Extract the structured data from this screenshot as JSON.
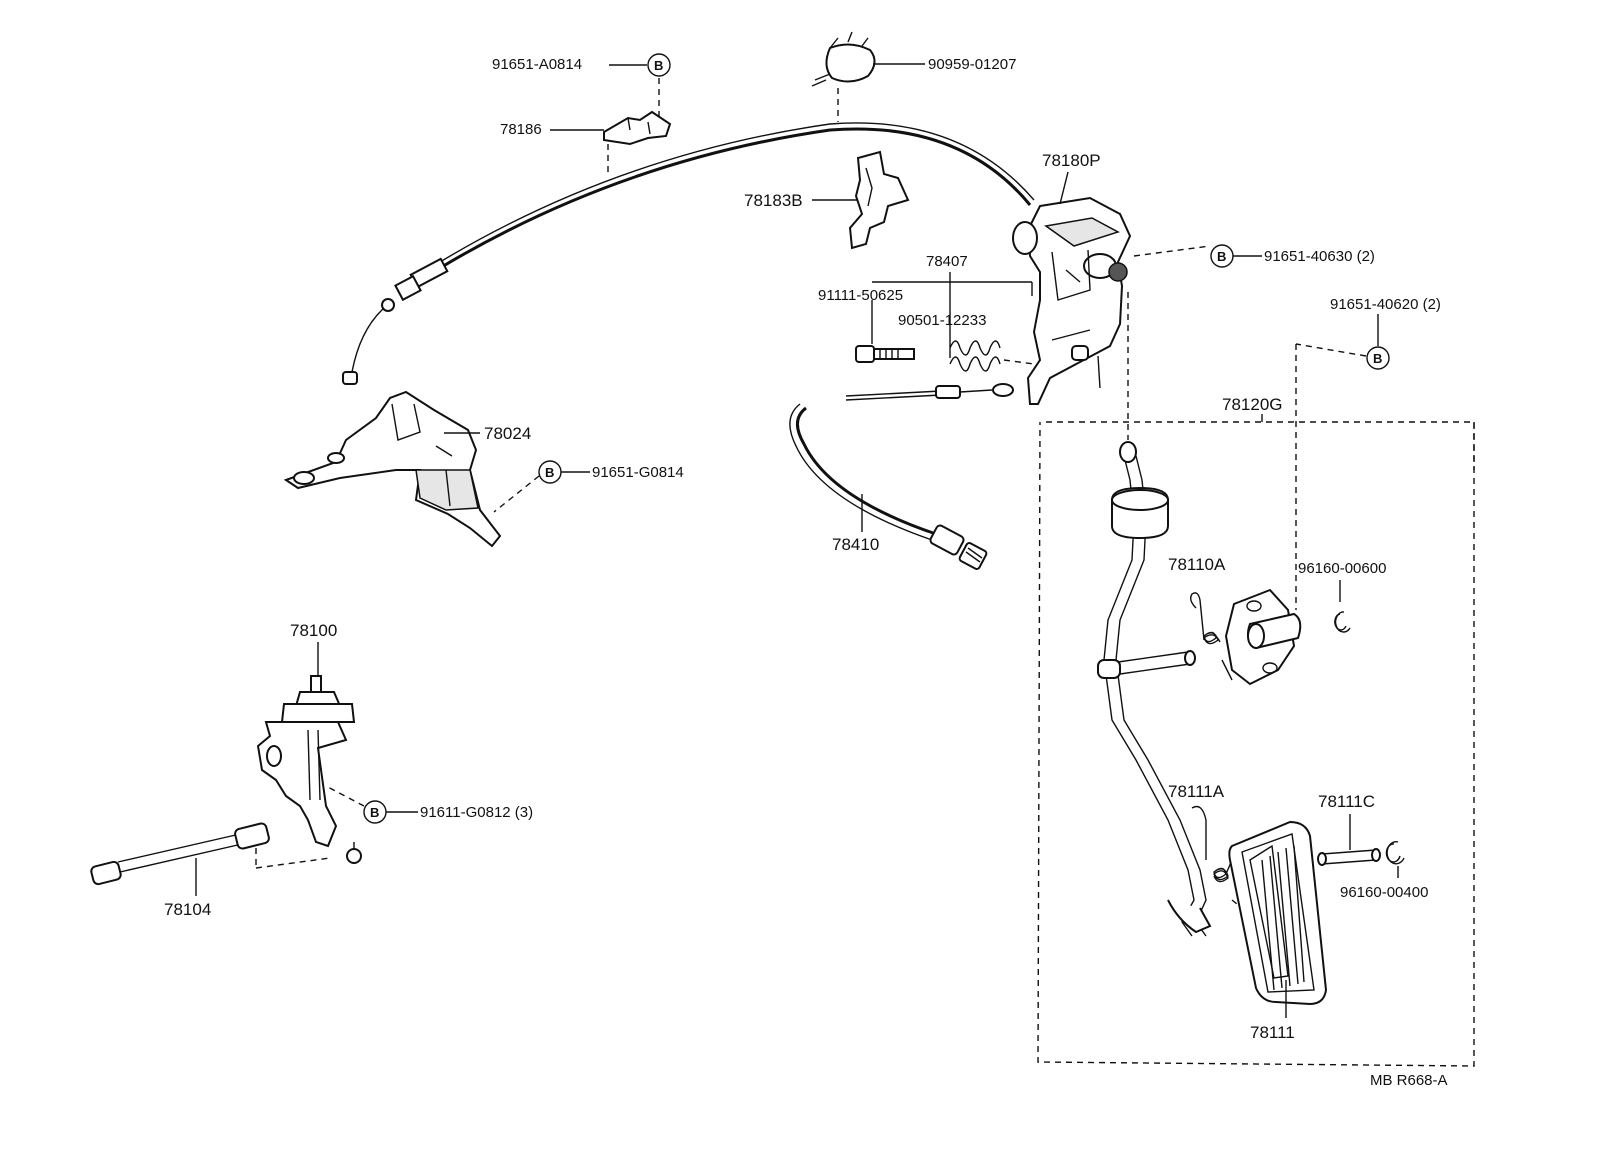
{
  "bolt_symbol": "B",
  "labels": {
    "p91651_A0814": "91651-A0814",
    "p90959_01207": "90959-01207",
    "p78186": "78186",
    "p78180P": "78180P",
    "p78183B": "78183B",
    "p91651_40630": "91651-40630 (2)",
    "p78407": "78407",
    "p91111_50625": "91111-50625",
    "p90501_12233": "90501-12233",
    "p91651_40620": "91651-40620 (2)",
    "p78120G": "78120G",
    "p78024": "78024",
    "p91651_G0814": "91651-G0814",
    "p78410": "78410",
    "p78110A": "78110A",
    "p96160_00600": "96160-00600",
    "p78100": "78100",
    "p91611_G0812": "91611-G0812 (3)",
    "p78104": "78104",
    "p78111A": "78111A",
    "p78111C": "78111C",
    "p96160_00400": "96160-00400",
    "p78111": "78111",
    "ref_code": "MB R668-A"
  }
}
